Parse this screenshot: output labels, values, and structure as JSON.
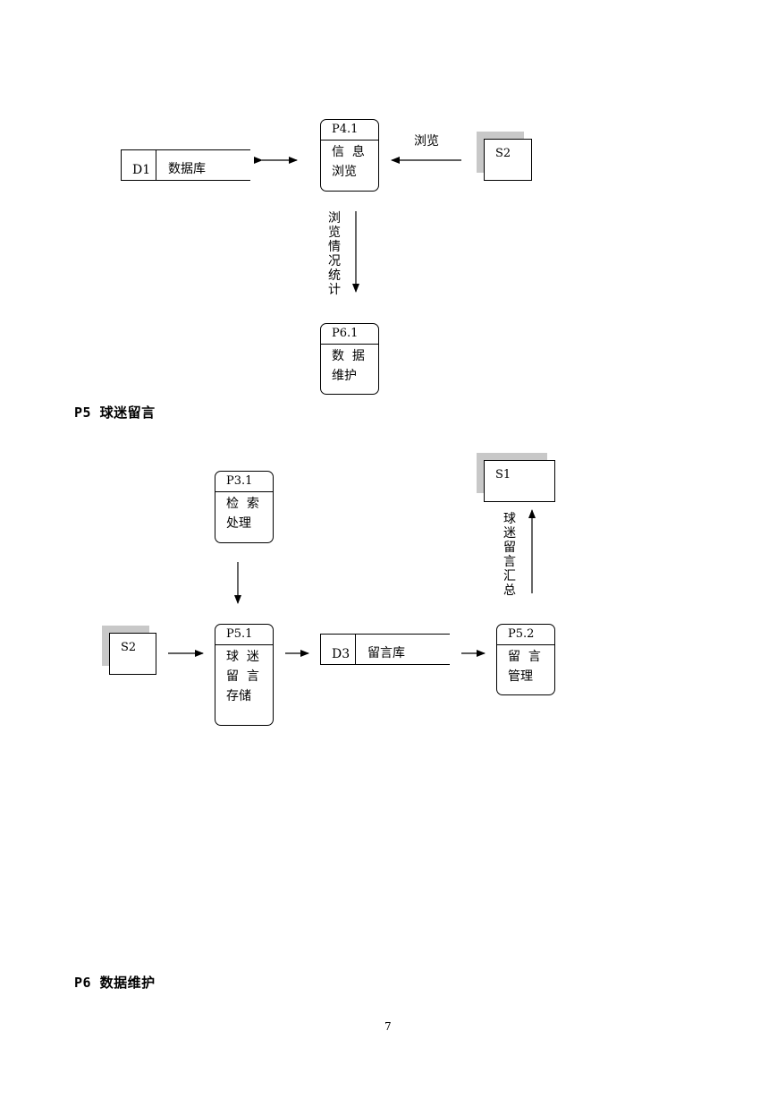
{
  "diagram_top": {
    "store_d1": {
      "id": "D1",
      "name": "数据库"
    },
    "proc_p41": {
      "id": "P4.1",
      "line1": "信  息",
      "line2": "浏览"
    },
    "ext_s2": {
      "id": "S2"
    },
    "flow_browse_label": "浏览",
    "flow_stats_label": "浏览情况统计",
    "proc_p61": {
      "id": "P6.1",
      "line1": "数  据",
      "line2": "维护"
    }
  },
  "section_p5": {
    "heading": "P5 球迷留言"
  },
  "diagram_p5": {
    "proc_p31": {
      "id": "P3.1",
      "line1": "检  索",
      "line2": "处理"
    },
    "ext_s1": {
      "id": "S1"
    },
    "flow_summary_label": "球迷留言汇总",
    "ext_s2": {
      "id": "S2"
    },
    "proc_p51": {
      "id": "P5.1",
      "line1": "球  迷",
      "line2": "留  言",
      "line3": "存储"
    },
    "store_d3": {
      "id": "D3",
      "name": "留言库"
    },
    "proc_p52": {
      "id": "P5.2",
      "line1": "留  言",
      "line2": "管理"
    }
  },
  "section_p6": {
    "heading": "P6 数据维护"
  },
  "footer": {
    "page_number": "7"
  }
}
